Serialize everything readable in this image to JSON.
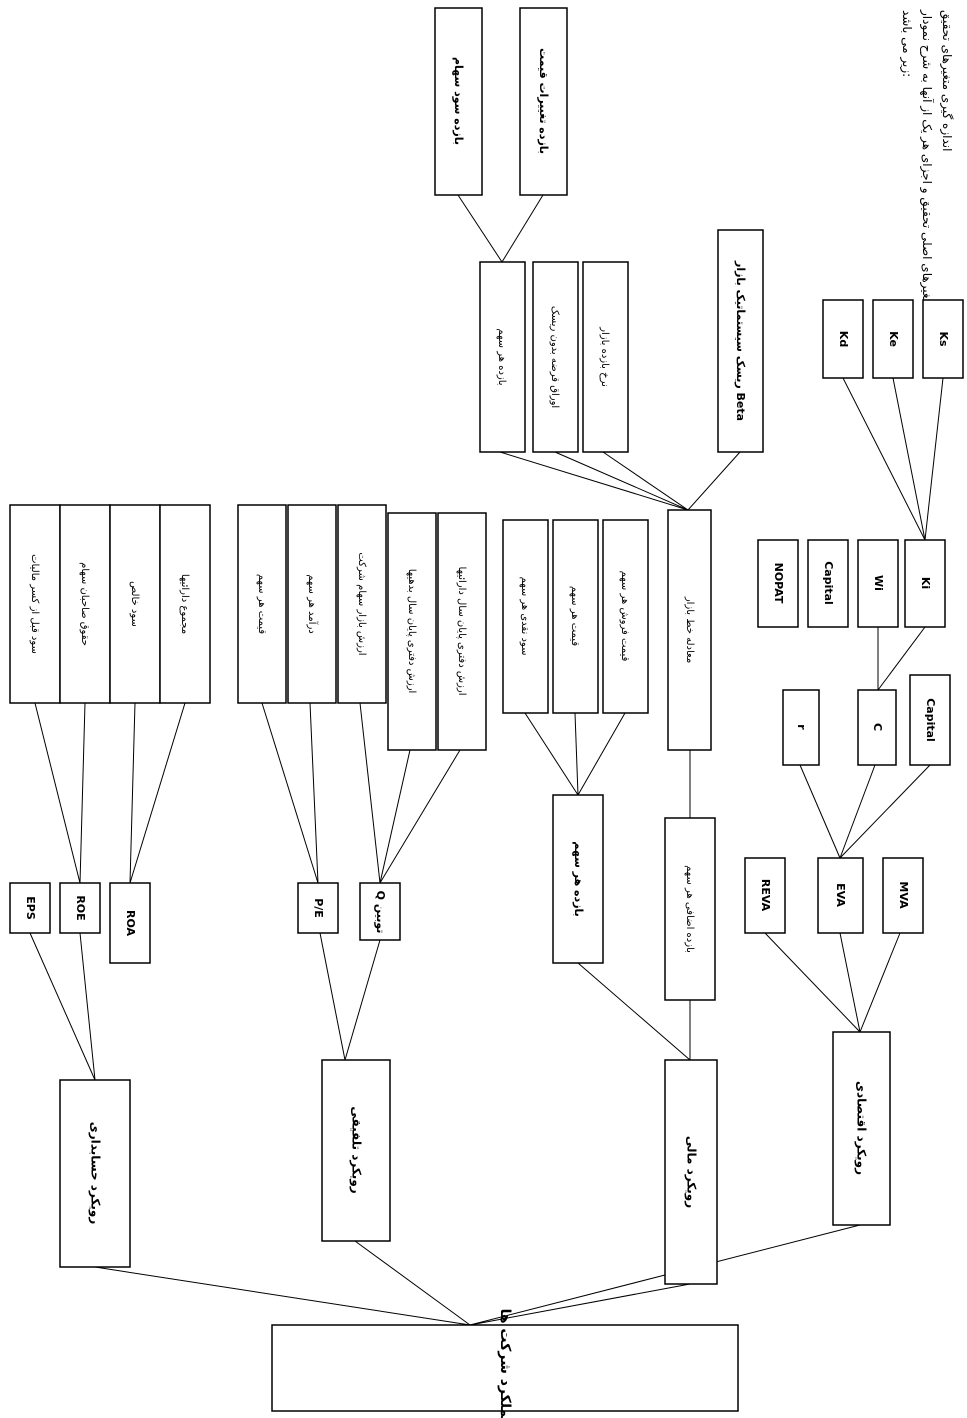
{
  "intro_lines": [
    "اندازه گیری متغیرهای تحقیق",
    "متغیرهای اصلی تحقیق و اجزای هر یک از آنها به شرح نمودار",
    "زیر می باشد:"
  ],
  "root": "عملکرد شرکت ها",
  "approaches": {
    "accounting": "رویکرد حسابداری",
    "combined": "رویکرد تلفیقی",
    "financial": "رویکرد مالی",
    "economic": "رویکرد اقتصادی"
  },
  "accounting": {
    "eps": "EPS",
    "roe": "ROE",
    "roa": "ROA",
    "net_income_after_tax": "سود قبل از کسر مالیات",
    "shareholders_equity": "حقوق صاحبان سهام",
    "net_income": "سود خالص",
    "total_assets": "مجموع دارائیها"
  },
  "combined": {
    "pe": "P/E",
    "tobin_q": "Q توبین",
    "price_per_share": "قیمت هر سهم",
    "earnings_per_share": "درآمد هر سهم",
    "market_value_equity": "ارزش بازار سهام شرکت",
    "book_value_debt": "ارزش دفتری پایان سال بدهیها",
    "book_value_assets": "ارزش دفتری پایان سال دارائیها"
  },
  "financial": {
    "stock_return": "بازده هر سهم",
    "excess_return": "بازده اضافی هر سهم",
    "cash_dividend": "سود نقدی هر سهم",
    "share_price": "قیمت هر سهم",
    "sale_price": "قیمت فروش هر سهم",
    "market_line": "معادله خط بازار",
    "return_per_share": "بازده هر سهم",
    "risk_free": "اوراق قرضه بدون ریسک",
    "market_rate": "نرخ بازده بازار",
    "beta": "ریسک سیستماتیک بازار Beta",
    "dividend_yield": "بازده سود سهام",
    "price_change_yield": "بازده تغییرات قیمت"
  },
  "economic": {
    "reva": "REVA",
    "eva": "EVA",
    "mva": "MVA",
    "r": "r",
    "c": "C",
    "capital": "Capital",
    "nopat": "NOPAT",
    "capital2": "Capital",
    "wi": "Wi",
    "ki": "Ki",
    "kd": "Kd",
    "ke": "Ke",
    "ks": "Ks"
  }
}
